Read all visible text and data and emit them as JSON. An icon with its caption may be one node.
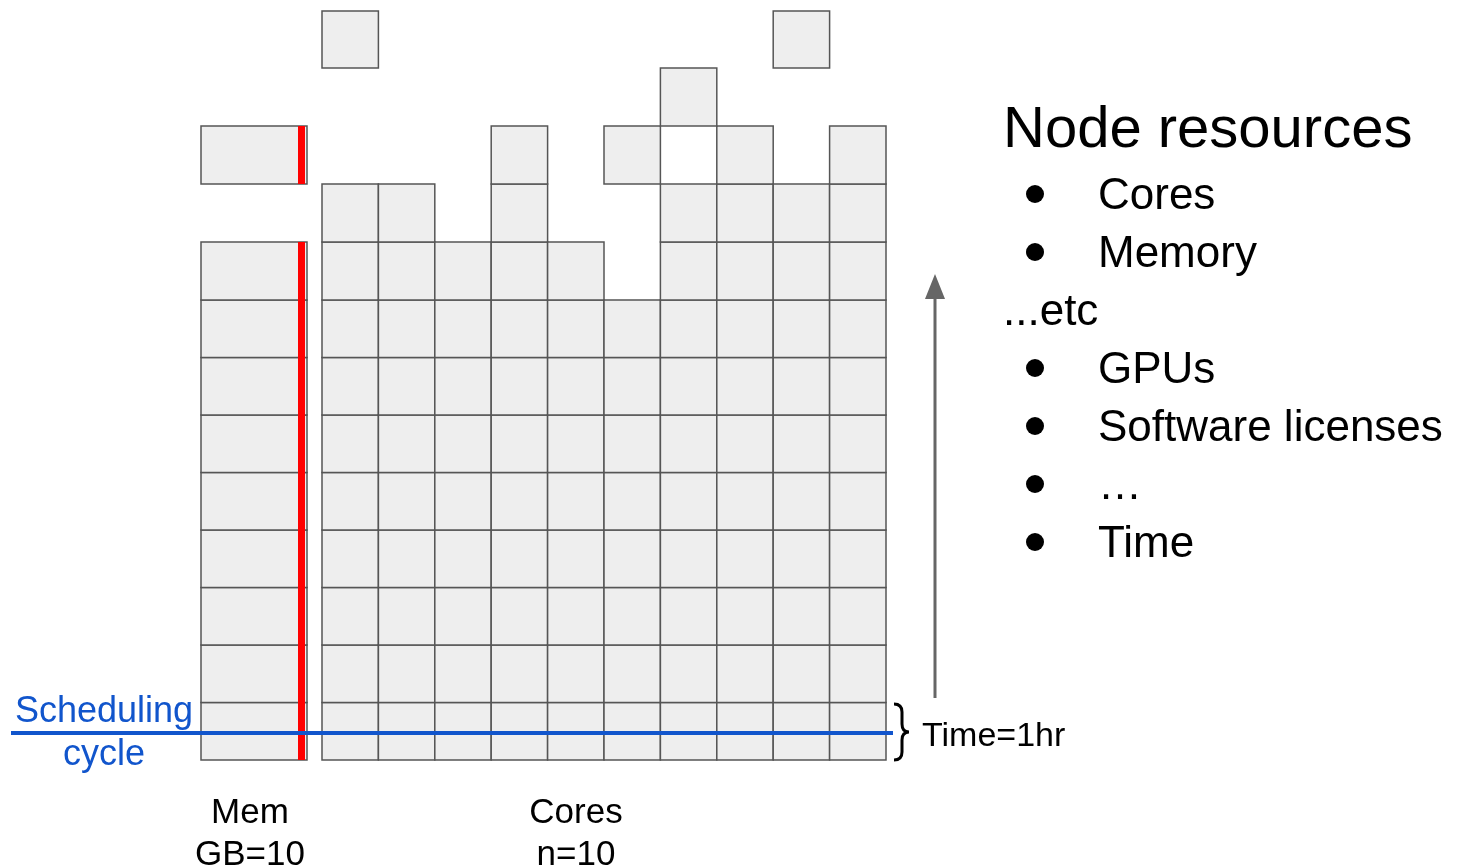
{
  "diagram": {
    "title": "Node resources",
    "labels": [
      "Cores",
      "Memory",
      "...etc",
      "GPUs",
      "Software licenses",
      "…",
      "Time",
      "Scheduling cycle",
      "Time=1hr",
      "Mem GB=10",
      "Cores n=10"
    ]
  }
}
